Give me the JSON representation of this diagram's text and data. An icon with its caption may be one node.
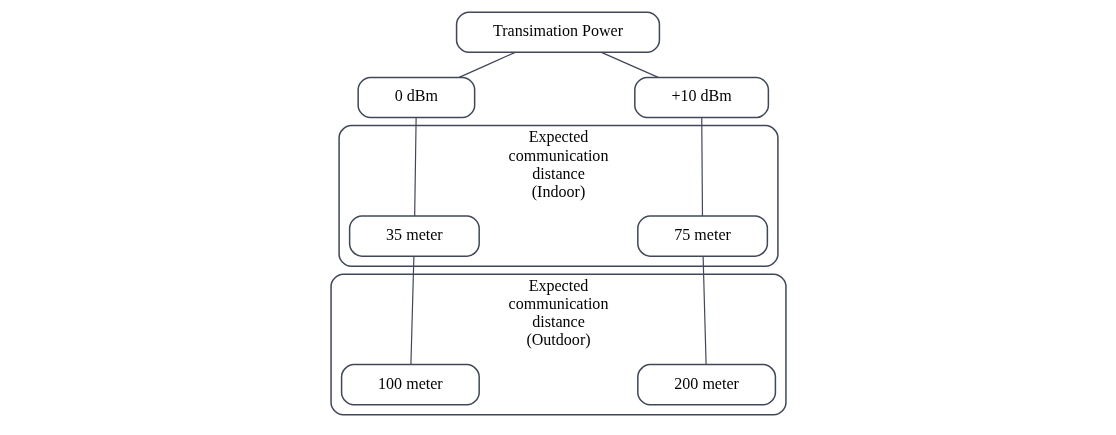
{
  "diagram": {
    "nodes": [
      {
        "text": [
          "Transimation Power"
        ]
      },
      {
        "text": [
          "0 dBm"
        ]
      },
      {
        "text": [
          "+10 dBm"
        ]
      },
      {
        "text": [
          "Expected communication distance (Indoor)"
        ]
      },
      {
        "text": [
          "35 meter"
        ],
        "in": 3
      },
      {
        "text": [
          "75 meter"
        ],
        "in": 3
      },
      {
        "text": [
          "Expected communication distance (Outdoor)"
        ]
      },
      {
        "text": [
          "100 meter"
        ],
        "in": 6
      },
      {
        "text": [
          "200 meter"
        ],
        "in": 6
      }
    ],
    "edges": [
      {
        "from": 0,
        "to": 1,
        "arrow": "none"
      },
      {
        "from": 0,
        "to": 2,
        "arrow": "none"
      },
      {
        "from": 1,
        "to": 4,
        "arrow": "none"
      },
      {
        "from": 2,
        "to": 5,
        "arrow": "none"
      },
      {
        "from": 4,
        "to": 7,
        "arrow": "none"
      },
      {
        "from": 5,
        "to": 8,
        "arrow": "none"
      }
    ]
  }
}
